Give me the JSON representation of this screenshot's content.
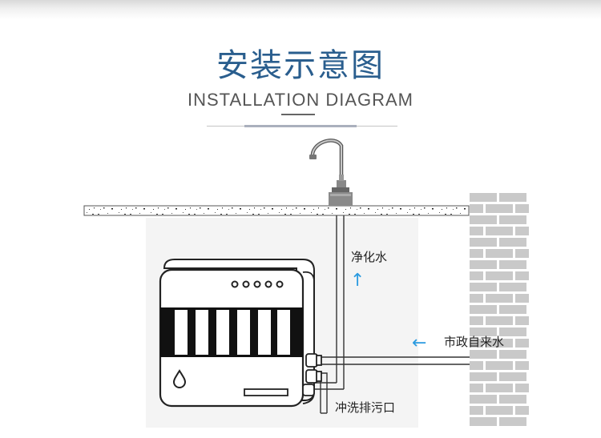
{
  "header": {
    "title_cn": "安装示意图",
    "title_en": "INSTALLATION DIAGRAM"
  },
  "labels": {
    "purified_water": "净化水",
    "tap_water": "市政自来水",
    "flush_drain": "冲洗排污口"
  },
  "icons": {
    "up_arrow": "↑",
    "left_arrow": "←"
  },
  "colors": {
    "title": "#2a5e8e",
    "arrow": "#2b9be0",
    "brick": "#c9c9c9",
    "mortar": "#ffffff"
  }
}
